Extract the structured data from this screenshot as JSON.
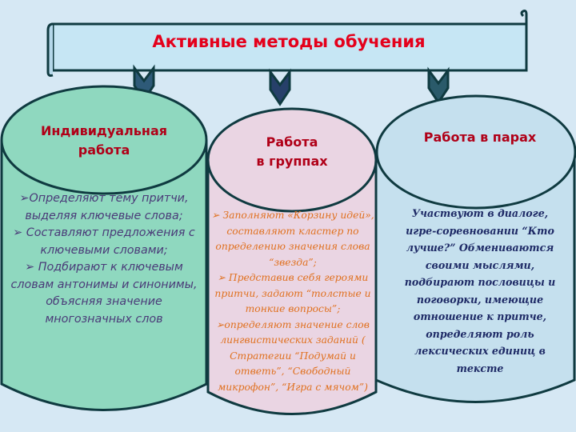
{
  "title": "Активные методы обучения",
  "colors": {
    "background": "#d6e8f4",
    "outline": "#0f3a40",
    "individual": "#8fd8bf",
    "groups": "#ead5e3",
    "pairs": "#c5e0ee",
    "heading": "#b00018",
    "title": "#e4001b"
  },
  "columns": [
    {
      "heading": "Индивидуальная работа",
      "items": [
        "➢Определяют тему притчи, выделяя ключевые слова;",
        "➢ Составляют предложения с ключевыми словами;",
        "➢ Подбирают к ключевым словам антонимы и синонимы, объясняя значение многозначных слов"
      ]
    },
    {
      "heading_line1": "Работа",
      "heading_line2": "в группах",
      "items": [
        "➢ Заполняют «Корзину идей», составляют кластер по определению значения слова “звезда”;",
        "➢ Представив себя героями притчи, задают “толстые и тонкие вопросы”;",
        "➢определяют значение слов лингвистических заданий ( Стратегии “Подумай и ответь”, “Свободный микрофон”, “Игра с мячом”)"
      ]
    },
    {
      "heading": "Работа в парах",
      "text": "Участвуют в диалоге, игре-соревновании “Кто лучше?” Обмениваются своими мыслями, подбирают пословицы и поговорки, имеющие отношение к притче, определяют роль лексических единиц в тексте"
    }
  ]
}
